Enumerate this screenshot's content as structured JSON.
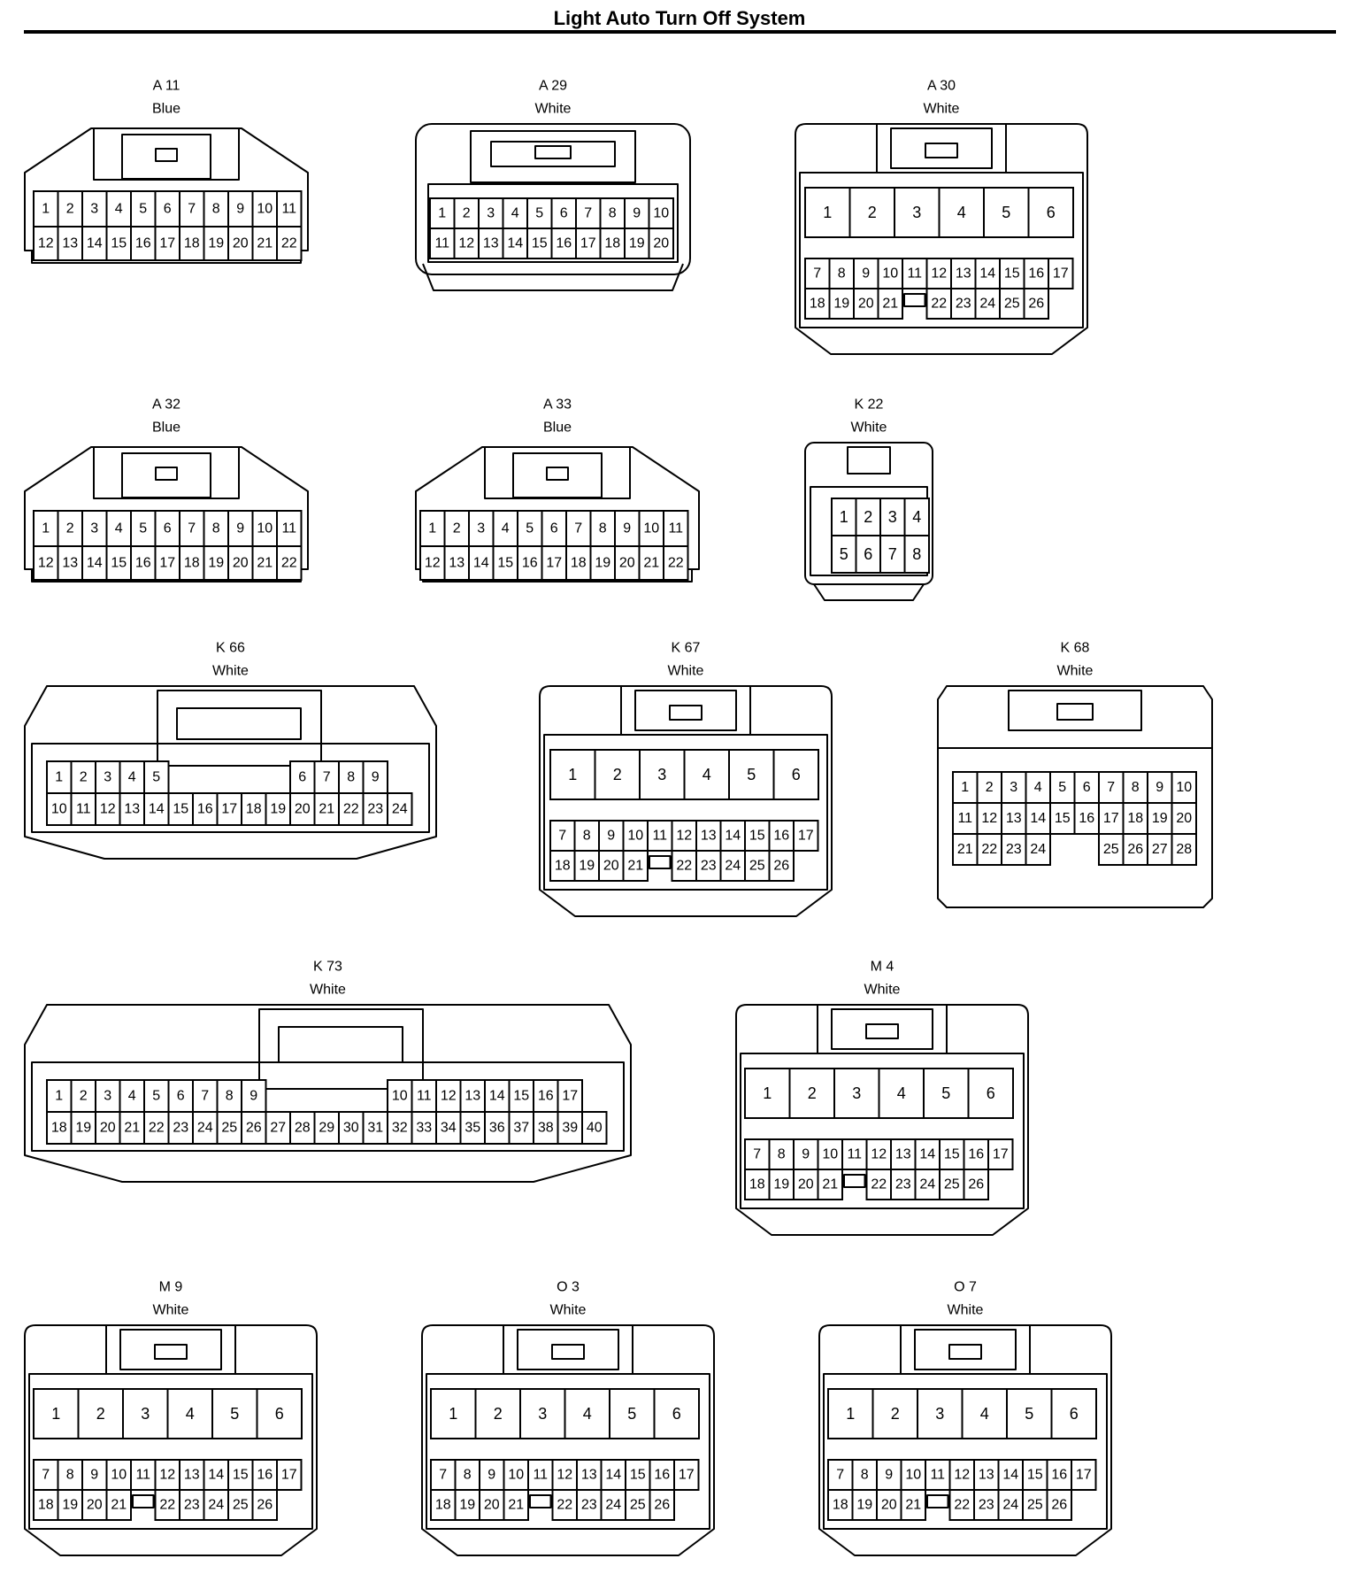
{
  "title": "Light Auto Turn Off System",
  "connectors": [
    {
      "id": "A 11",
      "color": "Blue",
      "rows": [
        [
          "1",
          "2",
          "3",
          "4",
          "5",
          "6",
          "7",
          "8",
          "9",
          "10",
          "11"
        ],
        [
          "12",
          "13",
          "14",
          "15",
          "16",
          "17",
          "18",
          "19",
          "20",
          "21",
          "22"
        ]
      ]
    },
    {
      "id": "A 29",
      "color": "White",
      "rows": [
        [
          "1",
          "2",
          "3",
          "4",
          "5",
          "6",
          "7",
          "8",
          "9",
          "10"
        ],
        [
          "11",
          "12",
          "13",
          "14",
          "15",
          "16",
          "17",
          "18",
          "19",
          "20"
        ]
      ]
    },
    {
      "id": "A 30",
      "color": "White",
      "rows": [
        [
          "1",
          "2",
          "3",
          "4",
          "5",
          "6"
        ],
        [
          "7",
          "8",
          "9",
          "10",
          "11",
          "12",
          "13",
          "14",
          "15",
          "16",
          "17"
        ],
        [
          "18",
          "19",
          "20",
          "21",
          "",
          "22",
          "23",
          "24",
          "25",
          "26"
        ]
      ]
    },
    {
      "id": "A 32",
      "color": "Blue",
      "rows": [
        [
          "1",
          "2",
          "3",
          "4",
          "5",
          "6",
          "7",
          "8",
          "9",
          "10",
          "11"
        ],
        [
          "12",
          "13",
          "14",
          "15",
          "16",
          "17",
          "18",
          "19",
          "20",
          "21",
          "22"
        ]
      ]
    },
    {
      "id": "A 33",
      "color": "Blue",
      "rows": [
        [
          "1",
          "2",
          "3",
          "4",
          "5",
          "6",
          "7",
          "8",
          "9",
          "10",
          "11"
        ],
        [
          "12",
          "13",
          "14",
          "15",
          "16",
          "17",
          "18",
          "19",
          "20",
          "21",
          "22"
        ]
      ]
    },
    {
      "id": "K 22",
      "color": "White",
      "rows": [
        [
          "1",
          "2",
          "3",
          "4"
        ],
        [
          "5",
          "6",
          "7",
          "8"
        ]
      ]
    },
    {
      "id": "K 66",
      "color": "White",
      "rows": [
        [
          "1",
          "2",
          "3",
          "4",
          "5",
          "",
          "6",
          "7",
          "8",
          "9"
        ],
        [
          "10",
          "11",
          "12",
          "13",
          "14",
          "15",
          "16",
          "17",
          "18",
          "19",
          "20",
          "21",
          "22",
          "23",
          "24"
        ]
      ]
    },
    {
      "id": "K 67",
      "color": "White",
      "rows": [
        [
          "1",
          "2",
          "3",
          "4",
          "5",
          "6"
        ],
        [
          "7",
          "8",
          "9",
          "10",
          "11",
          "12",
          "13",
          "14",
          "15",
          "16",
          "17"
        ],
        [
          "18",
          "19",
          "20",
          "21",
          "",
          "22",
          "23",
          "24",
          "25",
          "26"
        ]
      ]
    },
    {
      "id": "K 68",
      "color": "White",
      "rows": [
        [
          "1",
          "2",
          "3",
          "4",
          "5",
          "6",
          "7",
          "8",
          "9",
          "10"
        ],
        [
          "11",
          "12",
          "13",
          "14",
          "15",
          "16",
          "17",
          "18",
          "19",
          "20"
        ],
        [
          "21",
          "22",
          "23",
          "24",
          "",
          "",
          "25",
          "26",
          "27",
          "28"
        ]
      ]
    },
    {
      "id": "K 73",
      "color": "White",
      "rows": [
        [
          "1",
          "2",
          "3",
          "4",
          "5",
          "6",
          "7",
          "8",
          "9",
          "",
          "10",
          "11",
          "12",
          "13",
          "14",
          "15",
          "16",
          "17"
        ],
        [
          "18",
          "19",
          "20",
          "21",
          "22",
          "23",
          "24",
          "25",
          "26",
          "27",
          "28",
          "29",
          "30",
          "31",
          "32",
          "33",
          "34",
          "35",
          "36",
          "37",
          "38",
          "39",
          "40"
        ]
      ]
    },
    {
      "id": "M 4",
      "color": "White",
      "rows": [
        [
          "1",
          "2",
          "3",
          "4",
          "5",
          "6"
        ],
        [
          "7",
          "8",
          "9",
          "10",
          "11",
          "12",
          "13",
          "14",
          "15",
          "16",
          "17"
        ],
        [
          "18",
          "19",
          "20",
          "21",
          "",
          "22",
          "23",
          "24",
          "25",
          "26"
        ]
      ]
    },
    {
      "id": "M 9",
      "color": "White",
      "rows": [
        [
          "1",
          "2",
          "3",
          "4",
          "5",
          "6"
        ],
        [
          "7",
          "8",
          "9",
          "10",
          "11",
          "12",
          "13",
          "14",
          "15",
          "16",
          "17"
        ],
        [
          "18",
          "19",
          "20",
          "21",
          "",
          "22",
          "23",
          "24",
          "25",
          "26"
        ]
      ]
    },
    {
      "id": "O 3",
      "color": "White",
      "rows": [
        [
          "1",
          "2",
          "3",
          "4",
          "5",
          "6"
        ],
        [
          "7",
          "8",
          "9",
          "10",
          "11",
          "12",
          "13",
          "14",
          "15",
          "16",
          "17"
        ],
        [
          "18",
          "19",
          "20",
          "21",
          "",
          "22",
          "23",
          "24",
          "25",
          "26"
        ]
      ]
    },
    {
      "id": "O 7",
      "color": "White",
      "rows": [
        [
          "1",
          "2",
          "3",
          "4",
          "5",
          "6"
        ],
        [
          "7",
          "8",
          "9",
          "10",
          "11",
          "12",
          "13",
          "14",
          "15",
          "16",
          "17"
        ],
        [
          "18",
          "19",
          "20",
          "21",
          "",
          "22",
          "23",
          "24",
          "25",
          "26"
        ]
      ]
    }
  ]
}
